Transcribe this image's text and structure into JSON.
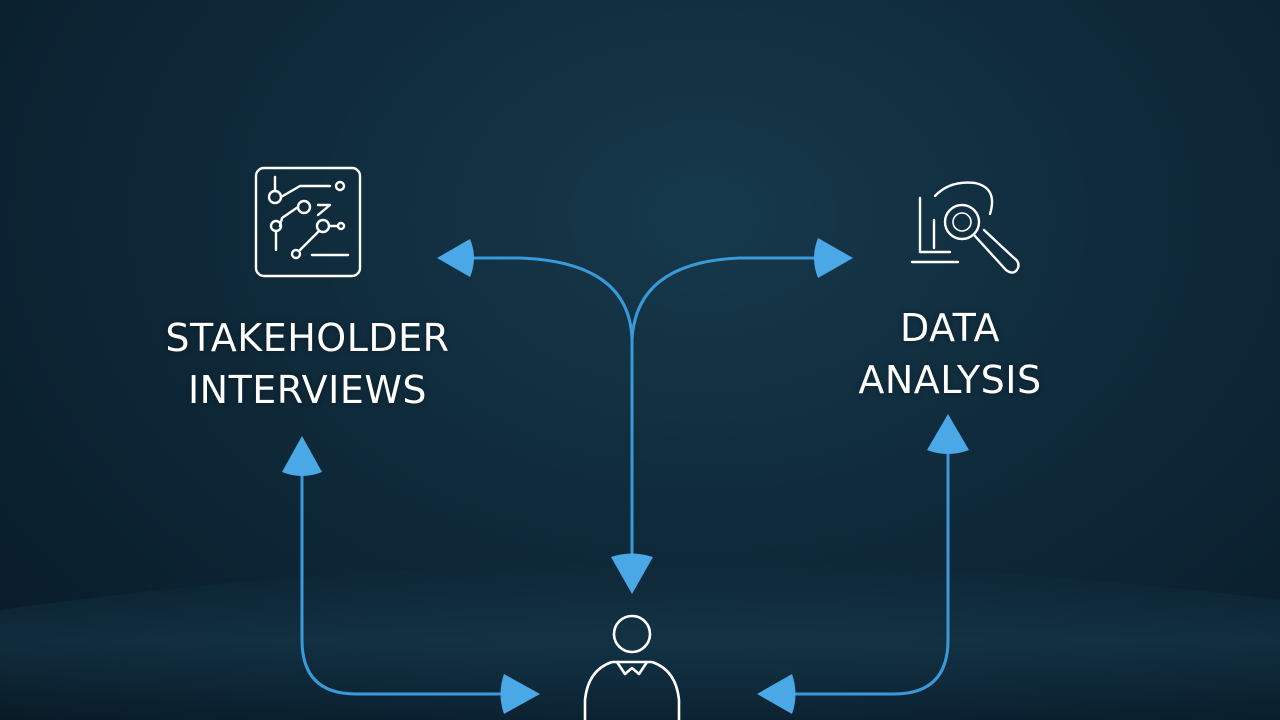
{
  "nodes": {
    "stakeholder": {
      "label_line1": "STAKEHOLDER",
      "label_line2": "INTERVIEWS",
      "icon": "circuit-board-icon"
    },
    "data_analysis": {
      "label_line1": "DATA",
      "label_line2": "ANALYSIS",
      "icon": "magnifier-chart-icon"
    },
    "person": {
      "icon": "person-icon"
    }
  },
  "colors": {
    "background": "#0f2a3a",
    "arrow": "#3a9ad9",
    "arrow_head": "#4aa8e6",
    "icon_stroke": "#ffffff",
    "text": "#ffffff"
  }
}
